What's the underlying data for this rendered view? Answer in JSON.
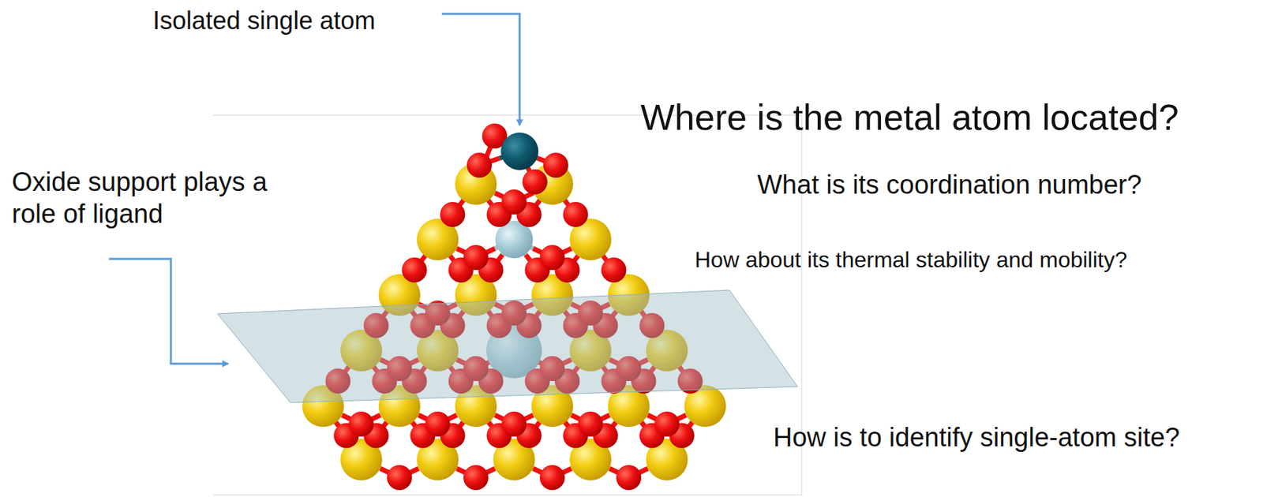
{
  "diagram": {
    "title": "Where is the metal atom located?",
    "labels": [
      "Isolated single atom",
      "Oxide support plays a role of ligand",
      "What is its coordination number?",
      "How about its thermal stability and mobility?",
      "How is to identify single-atom site?"
    ]
  }
}
